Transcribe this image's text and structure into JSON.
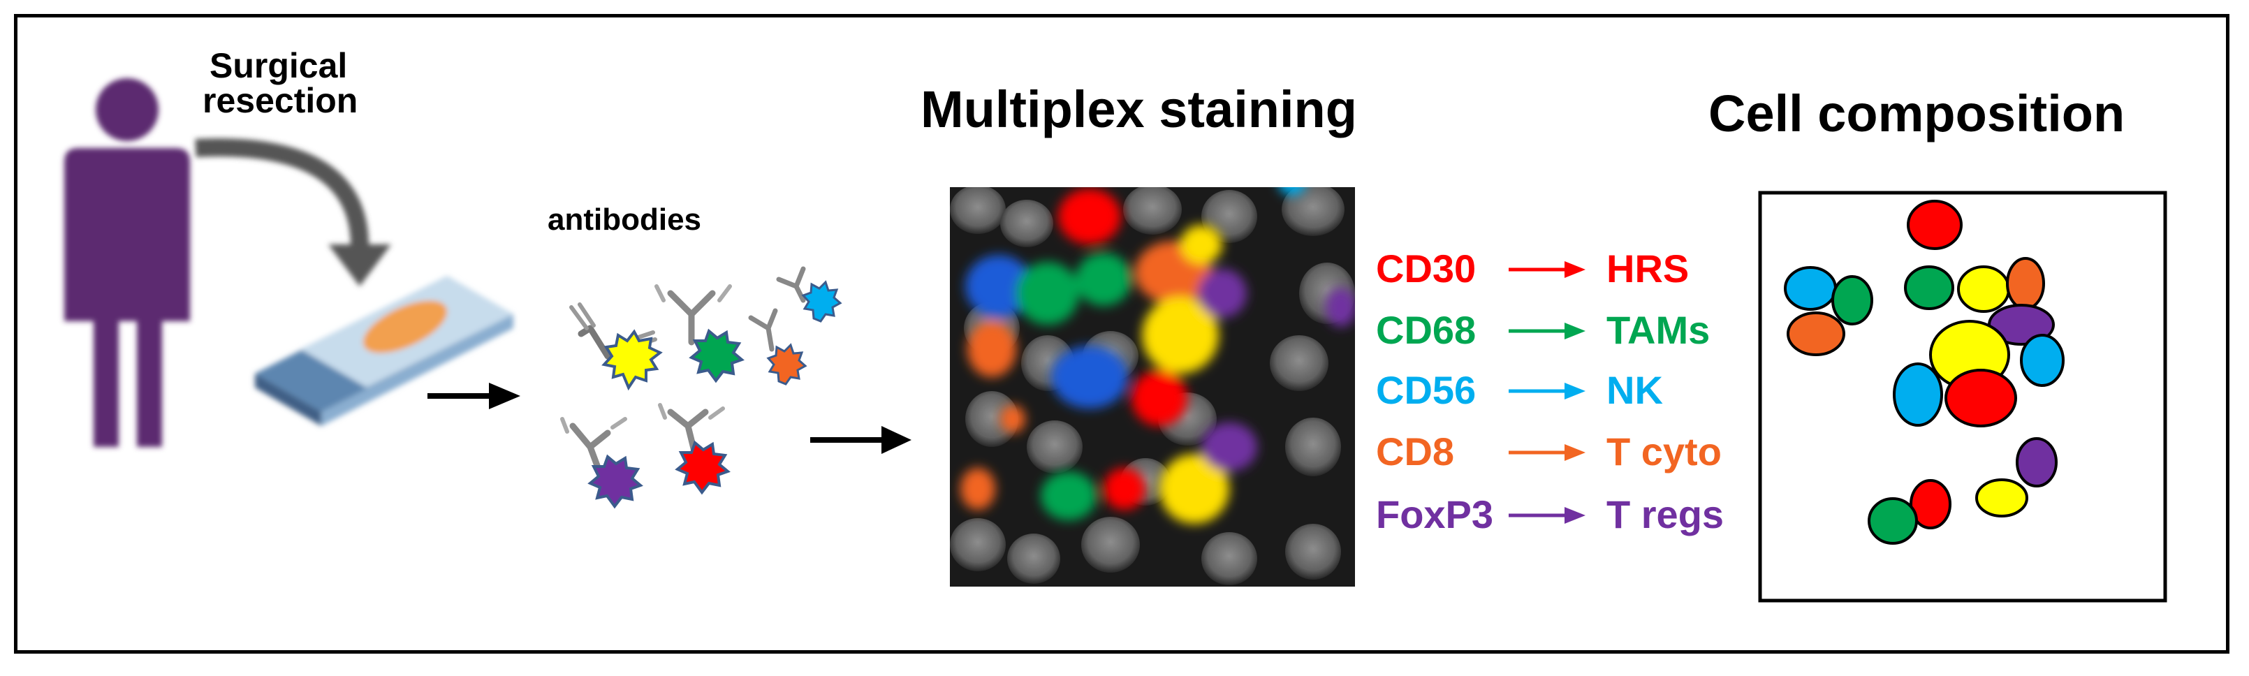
{
  "labels": {
    "surgical_line1": "Surgical",
    "surgical_line2": "resection",
    "antibodies": "antibodies",
    "multiplex_title": "Multiplex staining",
    "composition_title": "Cell composition"
  },
  "markers": [
    {
      "marker": "CD30",
      "cell": "HRS",
      "color": "#ff0000"
    },
    {
      "marker": "CD68",
      "cell": "TAMs",
      "color": "#00a651"
    },
    {
      "marker": "CD56",
      "cell": "NK",
      "color": "#00aeef"
    },
    {
      "marker": "CD8",
      "cell": "T cyto",
      "color": "#f26522"
    },
    {
      "marker": "FoxP3",
      "cell": "T regs",
      "color": "#7030a0"
    }
  ],
  "colors": {
    "person": "#5b2c6f",
    "arrow": "#000000",
    "curved_arrow": "#555555",
    "slide": "#a9c7e0",
    "tissue": "#f0a050"
  },
  "icons": {
    "person": "person-icon",
    "slide": "glass-slide-icon",
    "antibody": "antibody-y-icon"
  }
}
